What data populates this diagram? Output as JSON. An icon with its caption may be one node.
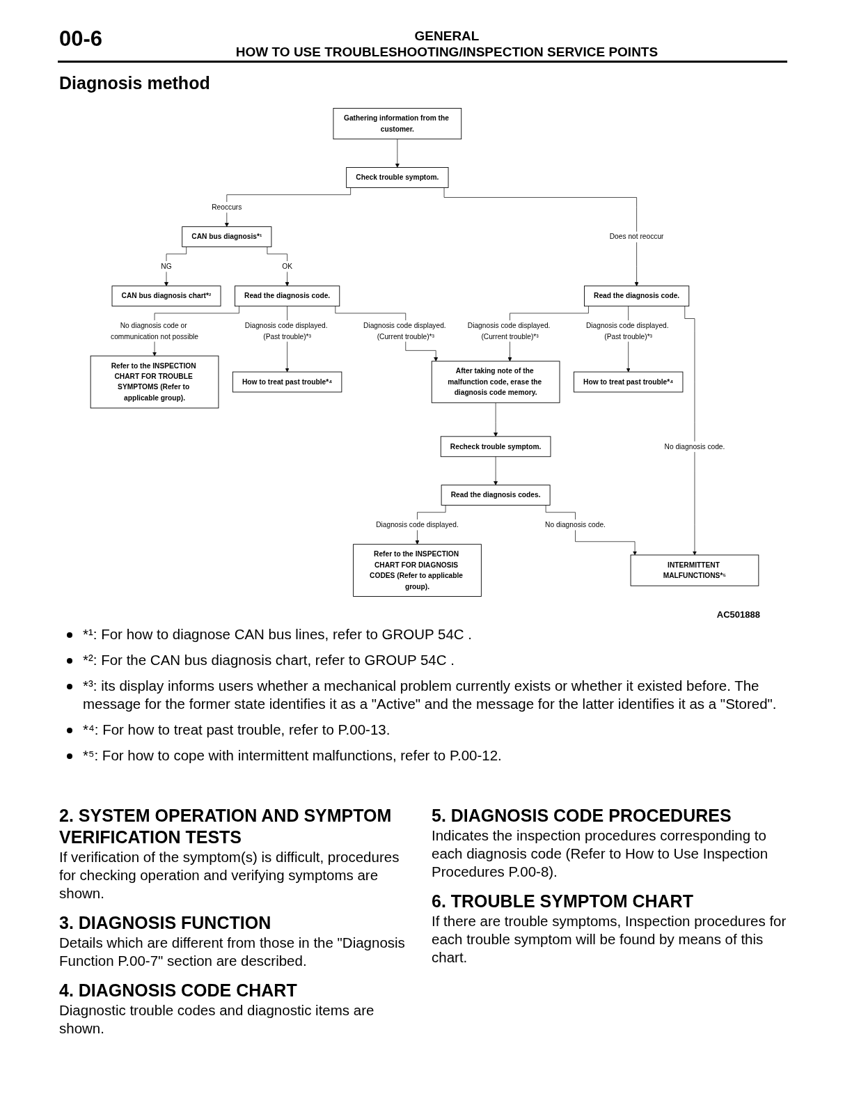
{
  "diagram": {
    "title": "Diagnosis method",
    "nodes": [
      {
        "text": [
          "Gathering information from the customer."
        ]
      },
      {
        "text": [
          "Check trouble symptom."
        ]
      },
      {
        "text": [
          "CAN bus diagnosis*¹"
        ]
      },
      {
        "text": [
          "CAN bus diagnosis chart*²"
        ]
      },
      {
        "text": [
          "Read the diagnosis code."
        ]
      },
      {
        "text": [
          "Read the diagnosis code."
        ]
      },
      {
        "text": [
          "After taking note of the malfunction code, erase the diagnosis code memory."
        ]
      },
      {
        "text": [
          "How to treat past trouble*⁴"
        ]
      },
      {
        "text": [
          "Recheck trouble symptom."
        ]
      },
      {
        "text": [
          "How to treat past trouble*⁴"
        ]
      },
      {
        "text": [
          "Read the diagnosis codes."
        ]
      },
      {
        "text": [
          "Refer to the INSPECTION CHART FOR TROUBLE SYMPTOMS (Refer to applicable group)."
        ]
      },
      {
        "text": [
          "Refer to the INSPECTION CHART FOR DIAGNOSIS CODES (Refer to applicable group)."
        ]
      },
      {
        "text": [
          "INTERMITTENT MALFUNCTIONS*⁵"
        ]
      }
    ],
    "edges": [
      {
        "from": 0,
        "to": 1,
        "arrow": "to"
      },
      {
        "from": 1,
        "to": 2,
        "arrow": "to",
        "label": "Reoccurs"
      },
      {
        "from": 1,
        "to": 5,
        "arrow": "to",
        "label": "Does not reoccur"
      },
      {
        "from": 2,
        "to": 3,
        "arrow": "to",
        "label": "NG"
      },
      {
        "from": 2,
        "to": 4,
        "arrow": "to",
        "label": "OK"
      },
      {
        "from": 4,
        "to": 11,
        "arrow": "to",
        "label": "No diagnosis code or communication not possible"
      },
      {
        "from": 4,
        "to": 7,
        "arrow": "to",
        "label": "Diagnosis code displayed. (Past trouble)*³"
      },
      {
        "from": 4,
        "to": 6,
        "arrow": "to",
        "label": "Diagnosis code displayed. (Current trouble)*³"
      },
      {
        "from": 5,
        "to": 6,
        "arrow": "to",
        "label": "Diagnosis code displayed. (Current trouble)*³"
      },
      {
        "from": 5,
        "to": 9,
        "arrow": "to",
        "label": "Diagnosis code displayed. (Past trouble)*³"
      },
      {
        "from": 5,
        "to": 13,
        "arrow": "to",
        "label": "No diagnosis code."
      },
      {
        "from": 6,
        "to": 8,
        "arrow": "to"
      },
      {
        "from": 8,
        "to": 10,
        "arrow": "to"
      },
      {
        "from": 10,
        "to": 12,
        "arrow": "to",
        "label": "Diagnosis code displayed."
      },
      {
        "from": 10,
        "to": 13,
        "arrow": "to",
        "label": "No diagnosis code."
      }
    ],
    "labels": [
      "00-6",
      "GENERAL",
      "HOW TO USE TROUBLESHOOTING/INSPECTION SERVICE POINTS",
      "AC501888",
      "*¹: For how to diagnose CAN bus lines, refer to GROUP 54C .",
      "*²: For the CAN bus diagnosis chart, refer to GROUP 54C .",
      "*³: its display informs users whether a mechanical problem currently exists or whether it existed before. The message for the former state identifies it as a \"Active\" and the message for the latter identifies it as a \"Stored\".",
      "*⁴: For how to treat past trouble, refer to P.00-13.",
      "*⁵: For how to cope with intermittent malfunctions, refer to P.00-12.",
      "2. SYSTEM OPERATION AND SYMPTOM VERIFICATION TESTS",
      "If verification of the symptom(s) is difficult, procedures for checking operation and verifying symptoms are shown.",
      "3. DIAGNOSIS FUNCTION",
      "Details which are different from those in the \"Diagnosis Function P.00-7\" section are described.",
      "4. DIAGNOSIS CODE CHART",
      "Diagnostic trouble codes and diagnostic items are shown.",
      "5. DIAGNOSIS CODE PROCEDURES",
      "Indicates the inspection procedures corresponding to each diagnosis code (Refer to How to Use Inspection Procedures P.00-8).",
      "6. TROUBLE SYMPTOM CHART",
      "If there are trouble symptoms, Inspection procedures for each trouble symptom will be found by means of this chart."
    ]
  }
}
